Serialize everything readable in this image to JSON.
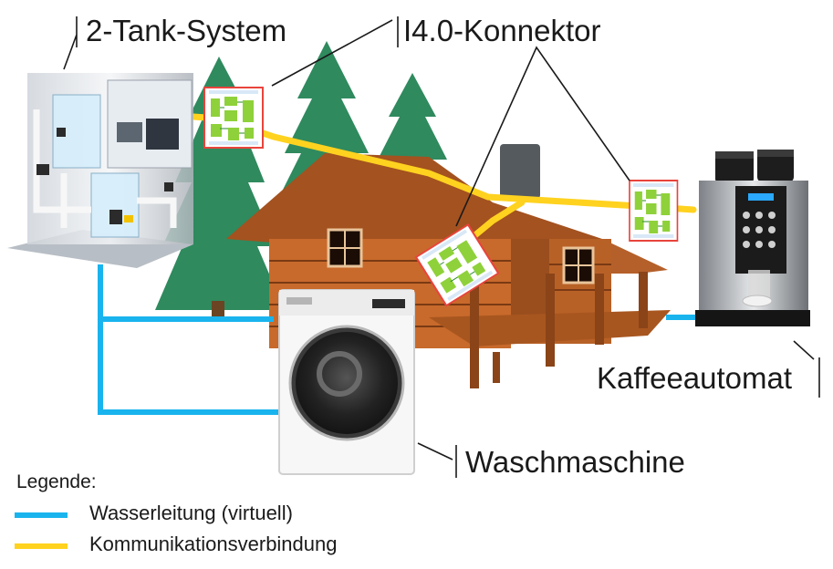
{
  "labels": {
    "tank_system": "2-Tank-System",
    "connector": "I4.0-Konnektor",
    "coffee_machine": "Kaffeeautomat",
    "washing_machine": "Waschmaschine"
  },
  "legend": {
    "title": "Legende:",
    "items": [
      {
        "label": "Wasserleitung (virtuell)",
        "color": "#19b4ee"
      },
      {
        "label": "Kommunikationsverbindung",
        "color": "#ffd21f"
      }
    ]
  },
  "colors": {
    "water_line": "#19b4ee",
    "communication_line": "#ffd21f",
    "tree": "#2f8a5e",
    "cabin_wood": "#c86a2c",
    "cabin_roof": "#a4521f",
    "connector_frame": "#e8443c",
    "connector_block": "#8fd13a"
  },
  "icons": {
    "tank_system": "industrial-tank-icon",
    "connector": "i40-connector-panel-icon",
    "cabin": "log-cabin-icon",
    "tree": "fir-tree-icon",
    "washer": "washing-machine-icon",
    "coffee": "coffee-machine-icon"
  }
}
